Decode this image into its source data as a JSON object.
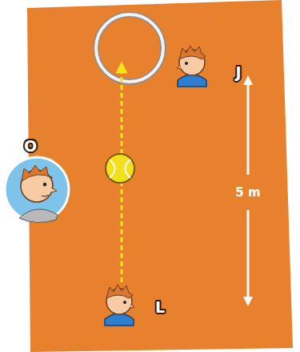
{
  "diagram": {
    "labels": [
      "J",
      "O",
      "5 m",
      "L"
    ]
  }
}
